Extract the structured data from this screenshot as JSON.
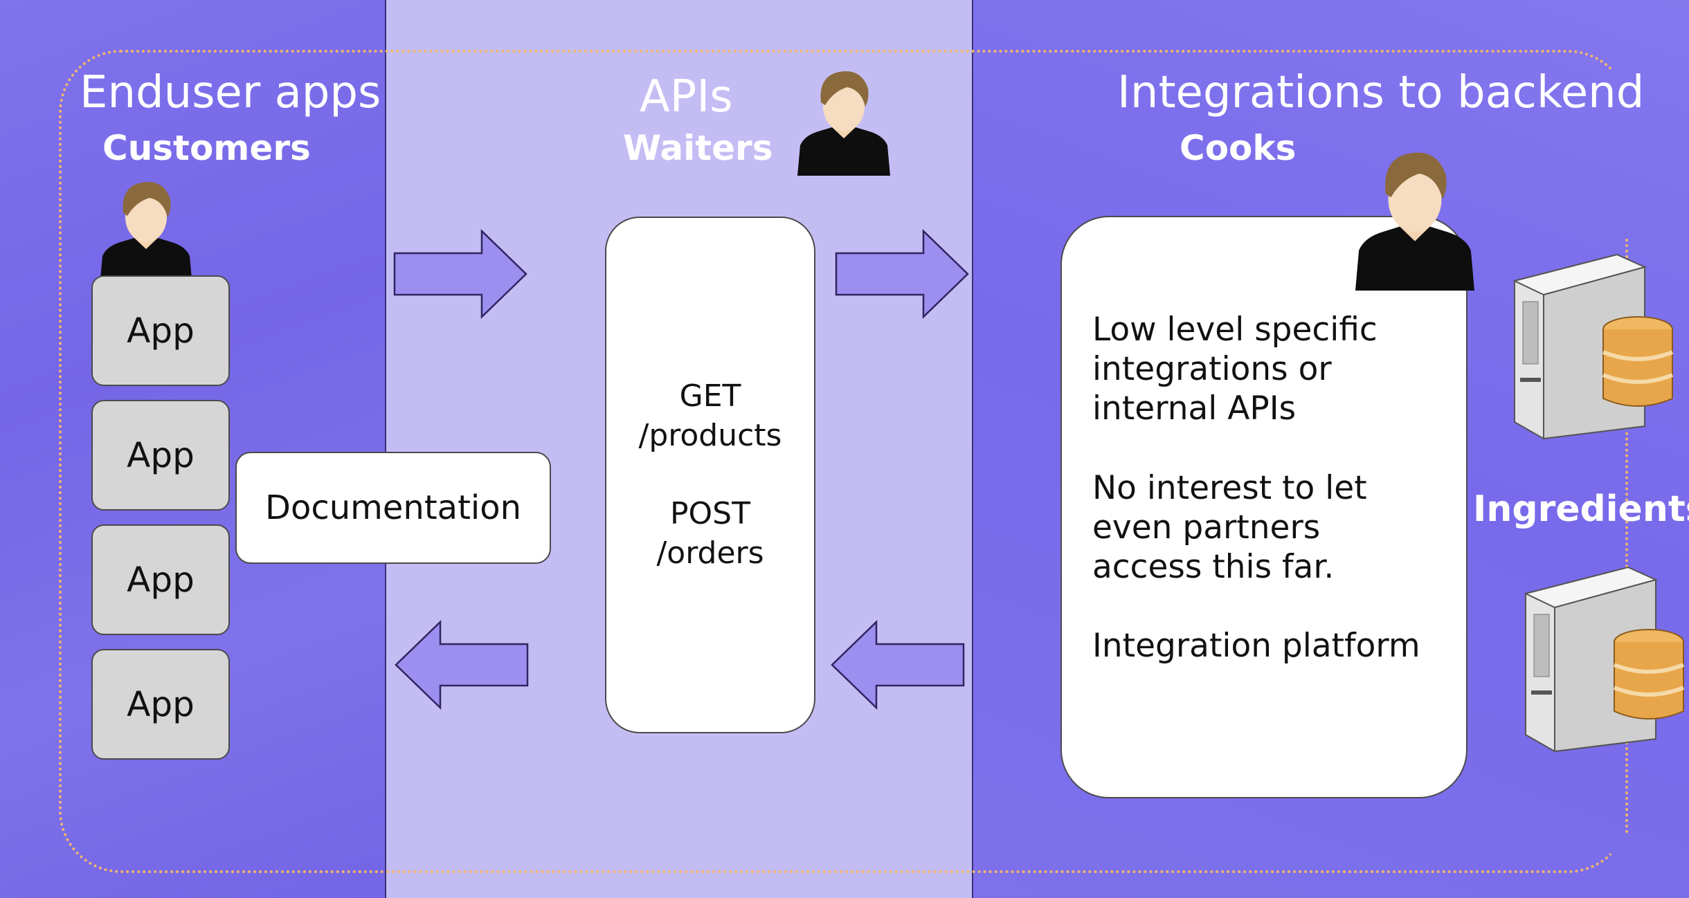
{
  "columns": {
    "enduser": {
      "title": "Enduser apps",
      "role": "Customers"
    },
    "apis": {
      "title": "APIs",
      "role": "Waiters"
    },
    "backend": {
      "title": "Integrations to backend",
      "role": "Cooks"
    }
  },
  "apps": [
    "App",
    "App",
    "App",
    "App"
  ],
  "documentation": "Documentation",
  "api_endpoints": {
    "get_method": "GET",
    "get_path": "/products",
    "post_method": "POST",
    "post_path": "/orders"
  },
  "cook_notes": {
    "line1": "Low level specific\nintegrations or\ninternal APIs",
    "line2": "No interest to let\neven partners\naccess this far.",
    "line3": "Integration platform"
  },
  "ingredients_label": "Ingredients",
  "colors": {
    "background": "#7b6ee9",
    "api_band": "#c4bdf4",
    "arrow_fill": "#9d8ff0",
    "dotted_outline": "#f2b76a",
    "database": "#e8a64a"
  }
}
